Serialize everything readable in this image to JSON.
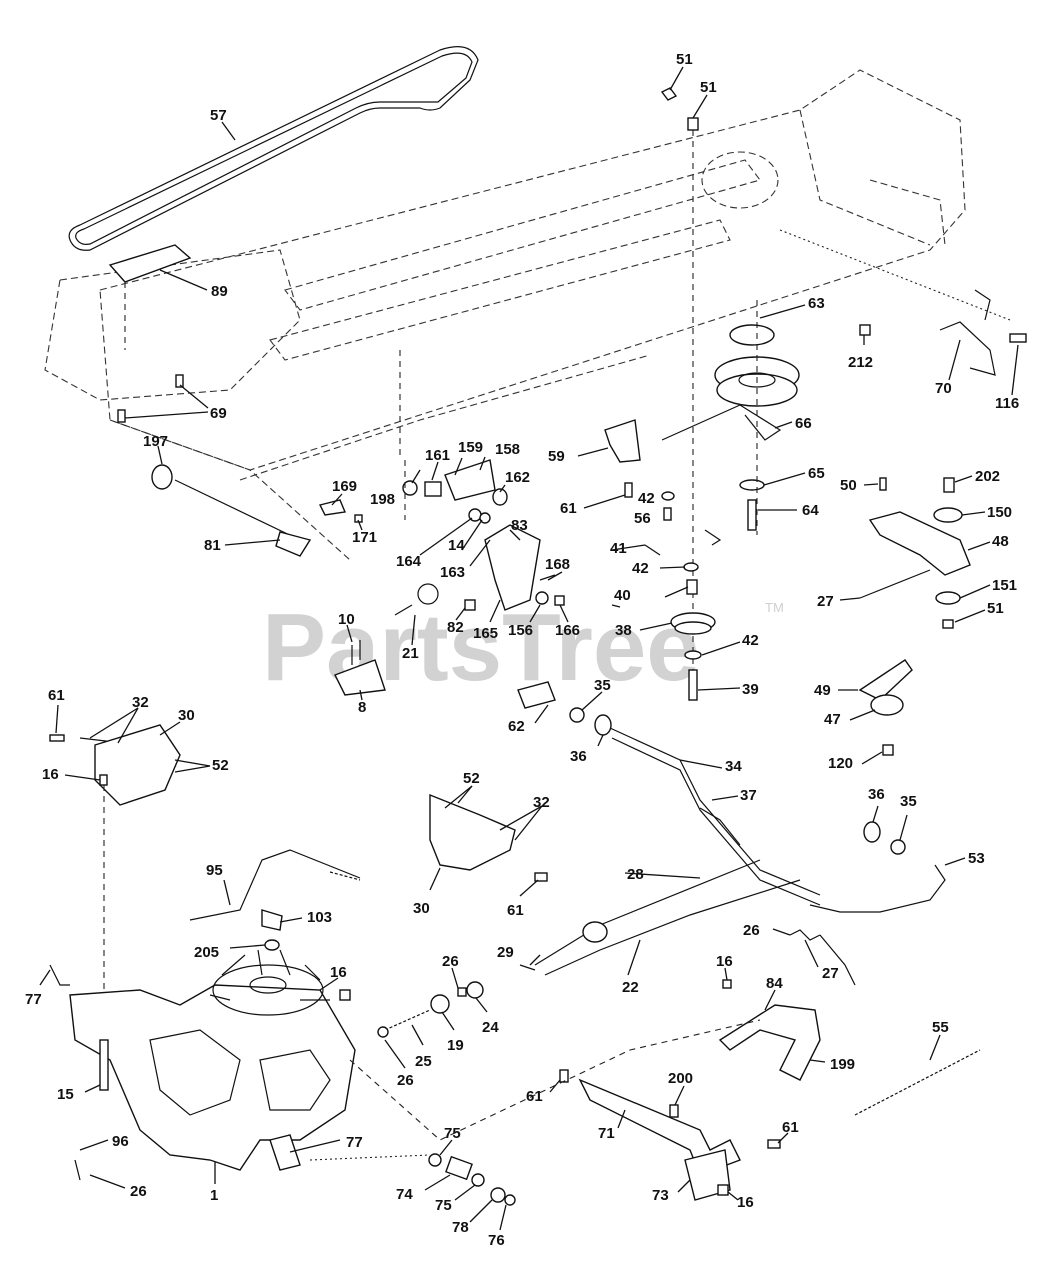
{
  "watermark": {
    "text": "PartsTree",
    "trademark": "TM"
  },
  "labels": [
    "57",
    "89",
    "69",
    "197",
    "81",
    "51",
    "51",
    "63",
    "212",
    "70",
    "116",
    "66",
    "65",
    "64",
    "202",
    "150",
    "48",
    "50",
    "59",
    "61",
    "42",
    "56",
    "198",
    "161",
    "159",
    "158",
    "162",
    "169",
    "171",
    "164",
    "14",
    "163",
    "83",
    "41",
    "42",
    "40",
    "168",
    "82",
    "165",
    "156",
    "166",
    "38",
    "42",
    "39",
    "27",
    "151",
    "51",
    "10",
    "21",
    "8",
    "61",
    "32",
    "30",
    "52",
    "16",
    "62",
    "35",
    "36",
    "34",
    "37",
    "49",
    "47",
    "120",
    "52",
    "32",
    "30",
    "61",
    "95",
    "103",
    "205",
    "16",
    "77",
    "26",
    "24",
    "19",
    "25",
    "26",
    "15",
    "96",
    "26",
    "1",
    "77",
    "29",
    "28",
    "22",
    "36",
    "35",
    "53",
    "26",
    "27",
    "16",
    "84",
    "199",
    "55",
    "61",
    "200",
    "71",
    "61",
    "73",
    "16",
    "75",
    "74",
    "75",
    "78",
    "76"
  ],
  "colors": {
    "line": "#111111",
    "watermark": "#d2d2d2",
    "background": "#ffffff"
  }
}
